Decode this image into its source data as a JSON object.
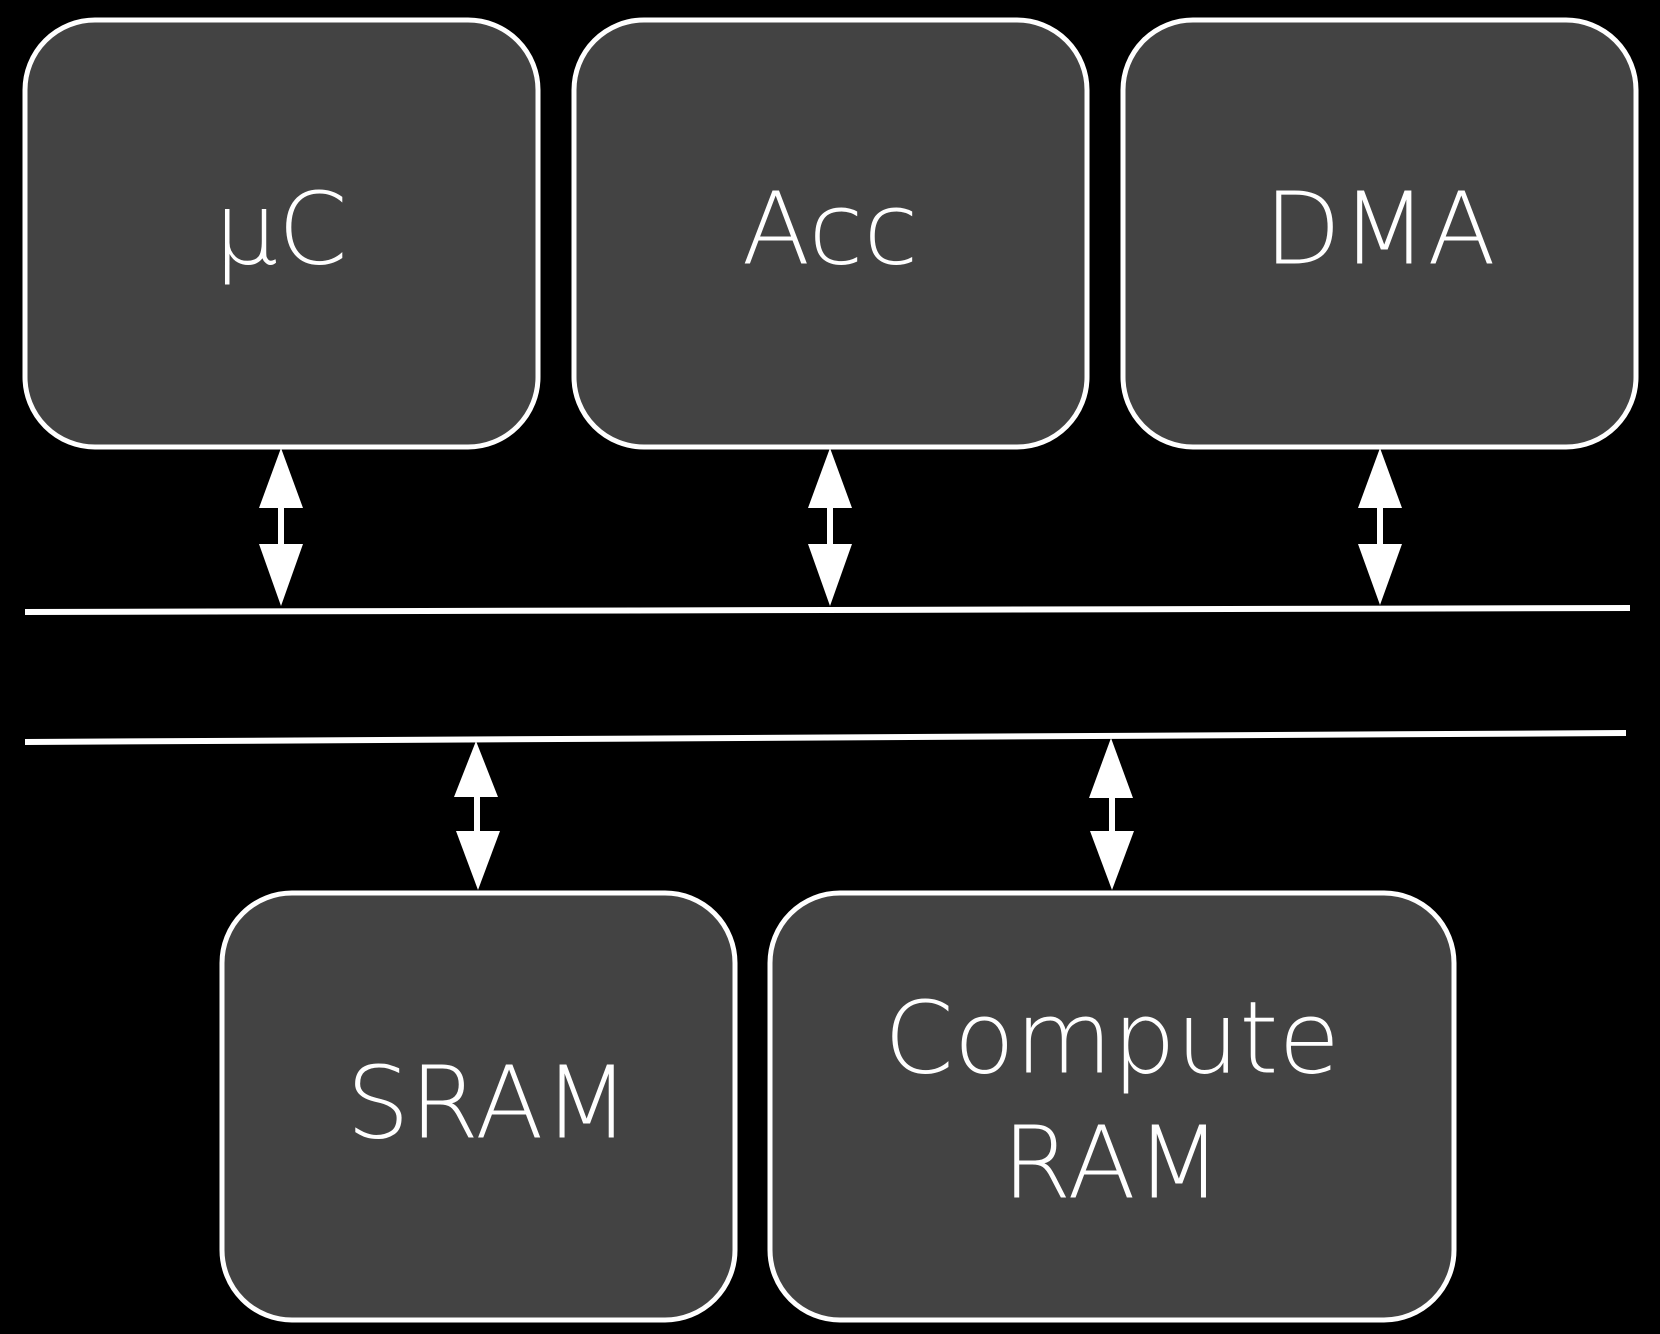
{
  "diagram": {
    "title": "",
    "colors": {
      "background": "#000000",
      "block_fill": "#434343",
      "stroke": "#ffffff",
      "text": "#ffffff"
    },
    "blocks": [
      {
        "id": "uc",
        "label": "μC",
        "row": "top"
      },
      {
        "id": "acc",
        "label": "Acc",
        "row": "top"
      },
      {
        "id": "dma",
        "label": "DMA",
        "row": "top"
      },
      {
        "id": "sram",
        "label": "SRAM",
        "row": "bottom"
      },
      {
        "id": "compute-ram",
        "label": "Compute RAM",
        "label_lines": [
          "Compute",
          "RAM"
        ],
        "row": "bottom"
      }
    ],
    "buses": [
      {
        "id": "upper-bus"
      },
      {
        "id": "lower-bus"
      }
    ],
    "connections": [
      {
        "from": "uc",
        "to": "upper-bus",
        "type": "bidirectional"
      },
      {
        "from": "acc",
        "to": "upper-bus",
        "type": "bidirectional"
      },
      {
        "from": "dma",
        "to": "upper-bus",
        "type": "bidirectional"
      },
      {
        "from": "lower-bus",
        "to": "sram",
        "type": "bidirectional"
      },
      {
        "from": "lower-bus",
        "to": "compute-ram",
        "type": "bidirectional"
      }
    ]
  }
}
